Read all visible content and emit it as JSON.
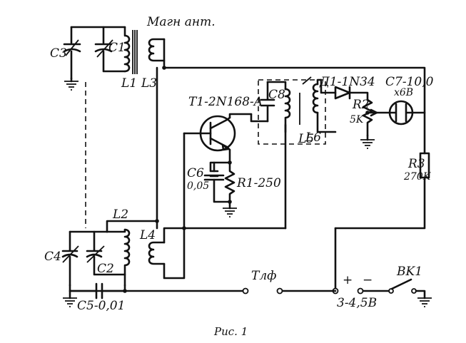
{
  "labels": {
    "antenna": "Магн ант.",
    "C3": "C3",
    "C1": "C1",
    "L1": "L1",
    "L3": "L3",
    "T1": "T1-2N168-A",
    "C8": "C8",
    "L5": "L5",
    "L6": "L6",
    "D1": "Д1-1N34",
    "C7": "C7-10,0",
    "C7v": "x6B",
    "R2": "R2",
    "R2v": "5K",
    "R3": "R3",
    "R3v": "270K",
    "C6": "C6",
    "C6v": "0,05",
    "R1": "R1-250",
    "L2": "L2",
    "L4": "L4",
    "C4": "C4",
    "C2": "C2",
    "C5": "C5-0,01",
    "phones": "Тлф",
    "plus": "+",
    "minus": "−",
    "battery": "3-4,5B",
    "switch": "BK1"
  },
  "caption": "Рис. 1"
}
